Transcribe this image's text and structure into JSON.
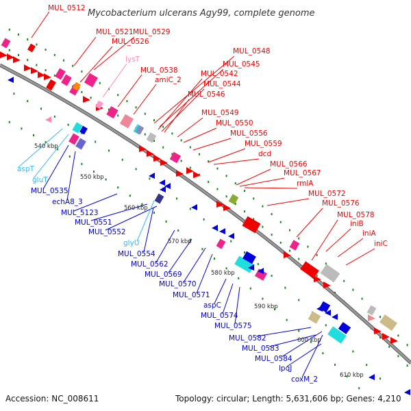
{
  "title": "Mycobacterium ulcerans Agy99, complete genome",
  "footer": {
    "accession": "Accession: NC_008611",
    "summary": "Topology: circular; Length: 5,631,606 bp; Genes: 4,210"
  },
  "colors": {
    "forward_label": "#ee0000",
    "reverse_label": "#0000cc",
    "trna_label": "#33bbee",
    "pink_label": "#ff88bb",
    "backbone": "#888888",
    "dots": "#118811"
  },
  "ticks": [
    "540 kbp",
    "550 kbp",
    "560 kbp",
    "570 kbp",
    "580 kbp",
    "590 kbp",
    "600 kbp",
    "610 kbp"
  ],
  "labels_top": [
    "MUL_0512",
    "MUL_0521",
    "MUL_0529",
    "MUL_0526",
    "lysT",
    "MUL_0538",
    "amiC_2",
    "MUL_0548",
    "MUL_0545",
    "MUL_0542",
    "MUL_0544",
    "MUL_0546",
    "MUL_0549",
    "MUL_0550",
    "MUL_0556",
    "MUL_0559",
    "dcd",
    "MUL_0566",
    "MUL_0567",
    "rmlA",
    "MUL_0572",
    "MUL_0576",
    "MUL_0578",
    "iniB",
    "iniA",
    "iniC"
  ],
  "labels_bottom": [
    "aspT",
    "gluT",
    "MUL_0535",
    "echA8_3",
    "MUL_5123",
    "MUL_0551",
    "MUL_0552",
    "glyU",
    "MUL_0554",
    "MUL_0562",
    "MUL_0569",
    "MUL_0570",
    "MUL_0571",
    "aspC",
    "MUL_0574",
    "MUL_0575",
    "MUL_0582",
    "MUL_0583",
    "MUL_0584",
    "lpqJ",
    "coxM_2"
  ]
}
